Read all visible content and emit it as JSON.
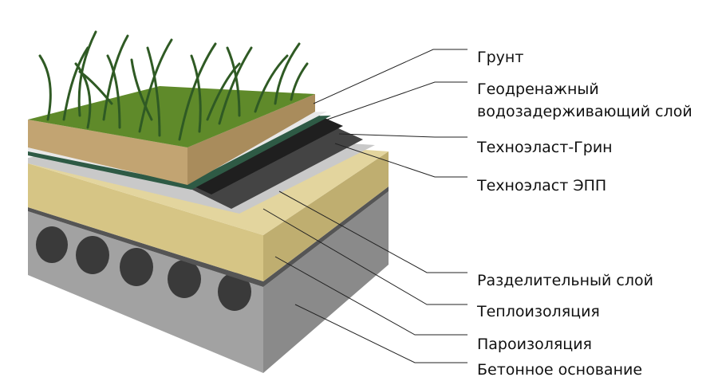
{
  "labels": {
    "soil": "Грунт",
    "geodrain_line1": "Геодренажный",
    "geodrain_line2": "водозадерживающий слой",
    "technoelast_green": "Техноэласт-Грин",
    "technoelast_epp": "Техноэласт ЭПП",
    "separating": "Разделительный слой",
    "insulation": "Теплоизоляция",
    "vapor_barrier": "Пароизоляция",
    "concrete_base": "Бетонное основание"
  },
  "colors": {
    "concrete": "#9a9a9a",
    "insulation": "#d8c88a",
    "soil": "#b99a6a",
    "grass": "#3f6a2a",
    "membrane": "#2f2f2f",
    "geodrain": "#2e5a45"
  }
}
